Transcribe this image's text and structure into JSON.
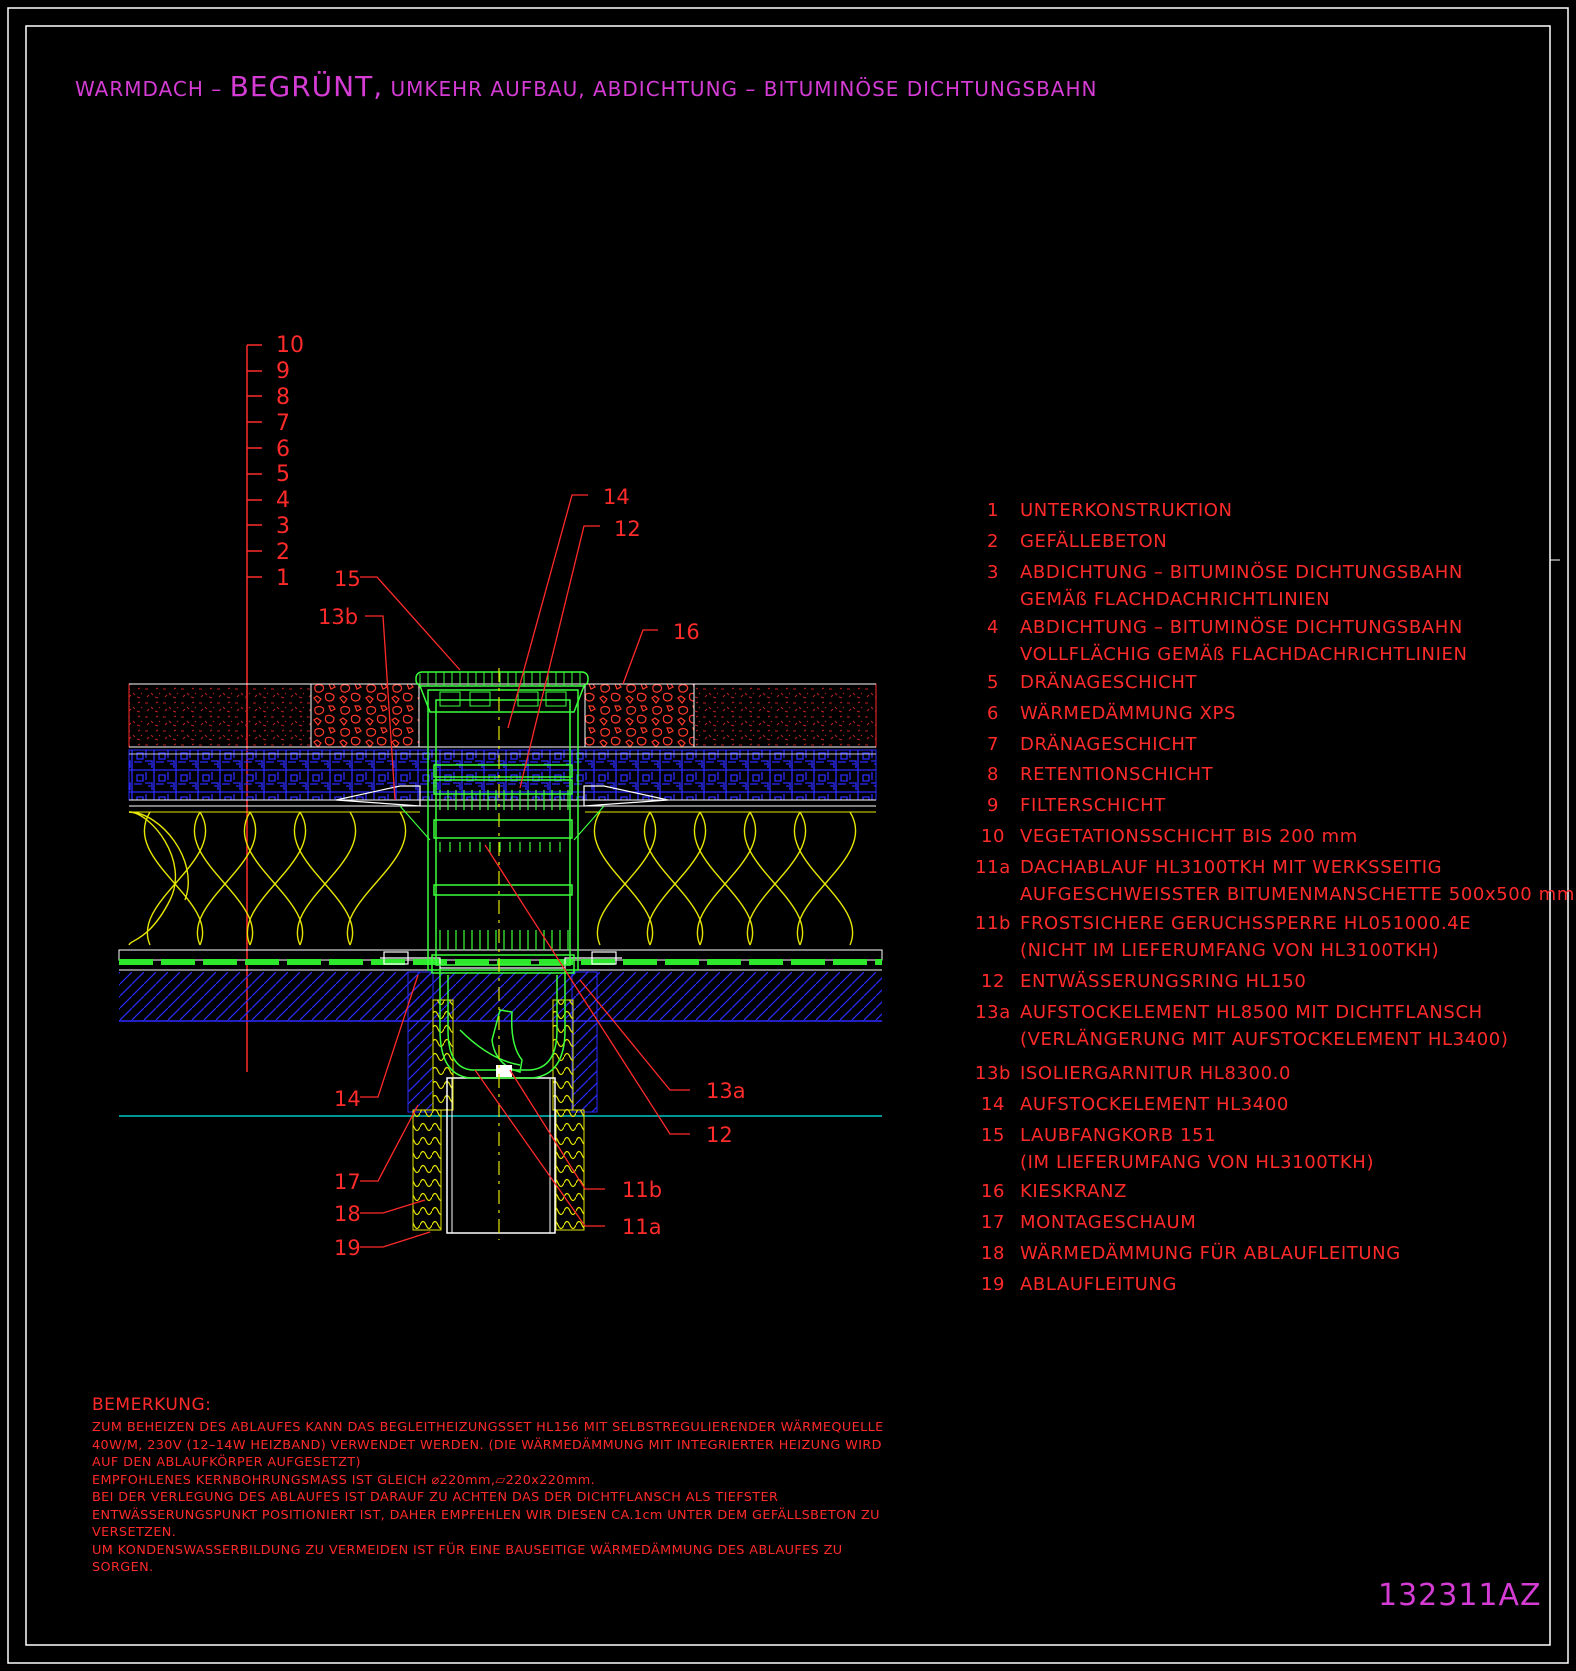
{
  "title": {
    "part1": "WARMDACH – ",
    "part2": "BEGRÜNT,",
    "part3": " UMKEHR AUFBAU, ABDICHTUNG – BITUMINÖSE DICHTUNGSBAHN"
  },
  "layer_labels": [
    "10",
    "9",
    "8",
    "7",
    "6",
    "5",
    "4",
    "3",
    "2",
    "1"
  ],
  "callouts": {
    "c14_top": "14",
    "c12_top": "12",
    "c15": "15",
    "c13b": "13b",
    "c16": "16",
    "c14_bottom": "14",
    "c13a": "13a",
    "c12_bottom": "12",
    "c17": "17",
    "c18": "18",
    "c19": "19",
    "c11b": "11b",
    "c11a": "11a"
  },
  "legend": [
    {
      "num": "1",
      "lines": [
        "UNTERKONSTRUKTION"
      ]
    },
    {
      "num": "2",
      "lines": [
        "GEFÄLLEBETON"
      ]
    },
    {
      "num": "3",
      "lines": [
        "ABDICHTUNG – BITUMINÖSE DICHTUNGSBAHN",
        "GEMÄß FLACHDACHRICHTLINIEN"
      ]
    },
    {
      "num": "4",
      "lines": [
        "ABDICHTUNG – BITUMINÖSE DICHTUNGSBAHN",
        "VOLLFLÄCHIG GEMÄß FLACHDACHRICHTLINIEN"
      ]
    },
    {
      "num": "5",
      "lines": [
        "DRÄNAGESCHICHT"
      ]
    },
    {
      "num": "6",
      "lines": [
        "WÄRMEDÄMMUNG XPS"
      ]
    },
    {
      "num": "7",
      "lines": [
        "DRÄNAGESCHICHT"
      ]
    },
    {
      "num": "8",
      "lines": [
        "RETENTIONSCHICHT"
      ]
    },
    {
      "num": "9",
      "lines": [
        "FILTERSCHICHT"
      ]
    },
    {
      "num": "10",
      "lines": [
        "VEGETATIONSSCHICHT BIS 200 mm"
      ]
    },
    {
      "num": "11a",
      "lines": [
        "DACHABLAUF HL3100TKH MIT WERKSSEITIG",
        "AUFGESCHWEISSTER BITUMENMANSCHETTE 500x500 mm"
      ]
    },
    {
      "num": "11b",
      "lines": [
        "FROSTSICHERE GERUCHSSPERRE HL051000.4E",
        "(NICHT IM LIEFERUMFANG VON HL3100TKH)"
      ]
    },
    {
      "num": "12",
      "lines": [
        "ENTWÄSSERUNGSRING HL150"
      ]
    },
    {
      "num": "13a",
      "lines": [
        "AUFSTOCKELEMENT HL8500 MIT DICHTFLANSCH",
        "(VERLÄNGERUNG MIT AUFSTOCKELEMENT HL3400)"
      ]
    },
    {
      "num": "13b",
      "lines": [
        "ISOLIERGARNITUR HL8300.0"
      ]
    },
    {
      "num": "14",
      "lines": [
        "AUFSTOCKELEMENT HL3400"
      ]
    },
    {
      "num": "15",
      "lines": [
        "LAUBFANGKORB 151",
        "(IM LIEFERUMFANG VON HL3100TKH)"
      ]
    },
    {
      "num": "16",
      "lines": [
        "KIESKRANZ"
      ]
    },
    {
      "num": "17",
      "lines": [
        "MONTAGESCHAUM"
      ]
    },
    {
      "num": "18",
      "lines": [
        "WÄRMEDÄMMUNG FÜR ABLAUFLEITUNG"
      ]
    },
    {
      "num": "19",
      "lines": [
        "ABLAUFLEITUNG"
      ]
    }
  ],
  "notes": {
    "title": "BEMERKUNG:",
    "lines": [
      "ZUM BEHEIZEN DES ABLAUFES KANN DAS BEGLEITHEIZUNGSSET HL156 MIT SELBSTREGULIERENDER WÄRMEQUELLE",
      "40W/M, 230V (12–14W HEIZBAND) VERWENDET WERDEN. (DIE WÄRMEDÄMMUNG MIT INTEGRIERTER HEIZUNG WIRD",
      "AUF DEN ABLAUFKÖRPER AUFGESETZT)",
      "EMPFOHLENES KERNBOHRUNGSMASS IST GLEICH ⌀220mm,▱220x220mm.",
      "BEI DER VERLEGUNG DES ABLAUFES IST DARAUF ZU ACHTEN DAS DER DICHTFLANSCH ALS TIEFSTER",
      "ENTWÄSSERUNGSPUNKT POSITIONIERT IST, DAHER EMPFEHLEN WIR DIESEN CA.1cm UNTER DEM GEFÄLLSBETON ZU",
      "VERSETZEN.",
      "UM KONDENSWASSERBILDUNG ZU VERMEIDEN IST FÜR EINE BAUSEITIGE WÄRMEDÄMMUNG DES ABLAUFES ZU",
      "SORGEN."
    ]
  },
  "doc_id": "132311AZ",
  "colors": {
    "background": "#000000",
    "frame": "#ffffff",
    "title": "#d43cd4",
    "text_red": "#ff2a2a",
    "insulation_yellow": "#e6e600",
    "drain_green": "#3cff3c",
    "membrane_green": "#2ee82e",
    "blue_hatch": "#2b2bff",
    "cyan_line": "#00c8c8"
  }
}
